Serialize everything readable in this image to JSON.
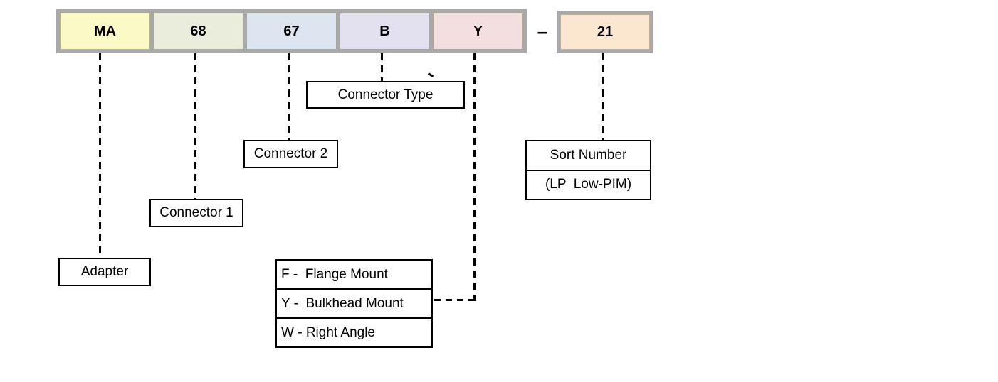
{
  "part_code": {
    "segments": [
      {
        "code": "MA",
        "color": "#fbf9c6"
      },
      {
        "code": "68",
        "color": "#eaeddb"
      },
      {
        "code": "67",
        "color": "#dde6f0"
      },
      {
        "code": "B",
        "color": "#e3e1ef"
      },
      {
        "code": "Y",
        "color": "#f3dfdf"
      }
    ],
    "separator": "–",
    "sort_segment": {
      "code": "21",
      "color": "#fbe6d0"
    }
  },
  "callouts": {
    "adapter": "Adapter",
    "connector_1": "Connector 1",
    "connector_2": "Connector 2",
    "connector_type": "Connector Type",
    "sort_number": {
      "title": "Sort Number",
      "note": "(LP  Low-PIM)"
    },
    "mount_options": [
      {
        "text": "F -  Flange Mount"
      },
      {
        "text": "Y -  Bulkhead Mount"
      },
      {
        "text": "W - Right Angle"
      }
    ]
  },
  "colors": {
    "frame_gray": "#a9a9a9",
    "line_black": "#000000"
  }
}
